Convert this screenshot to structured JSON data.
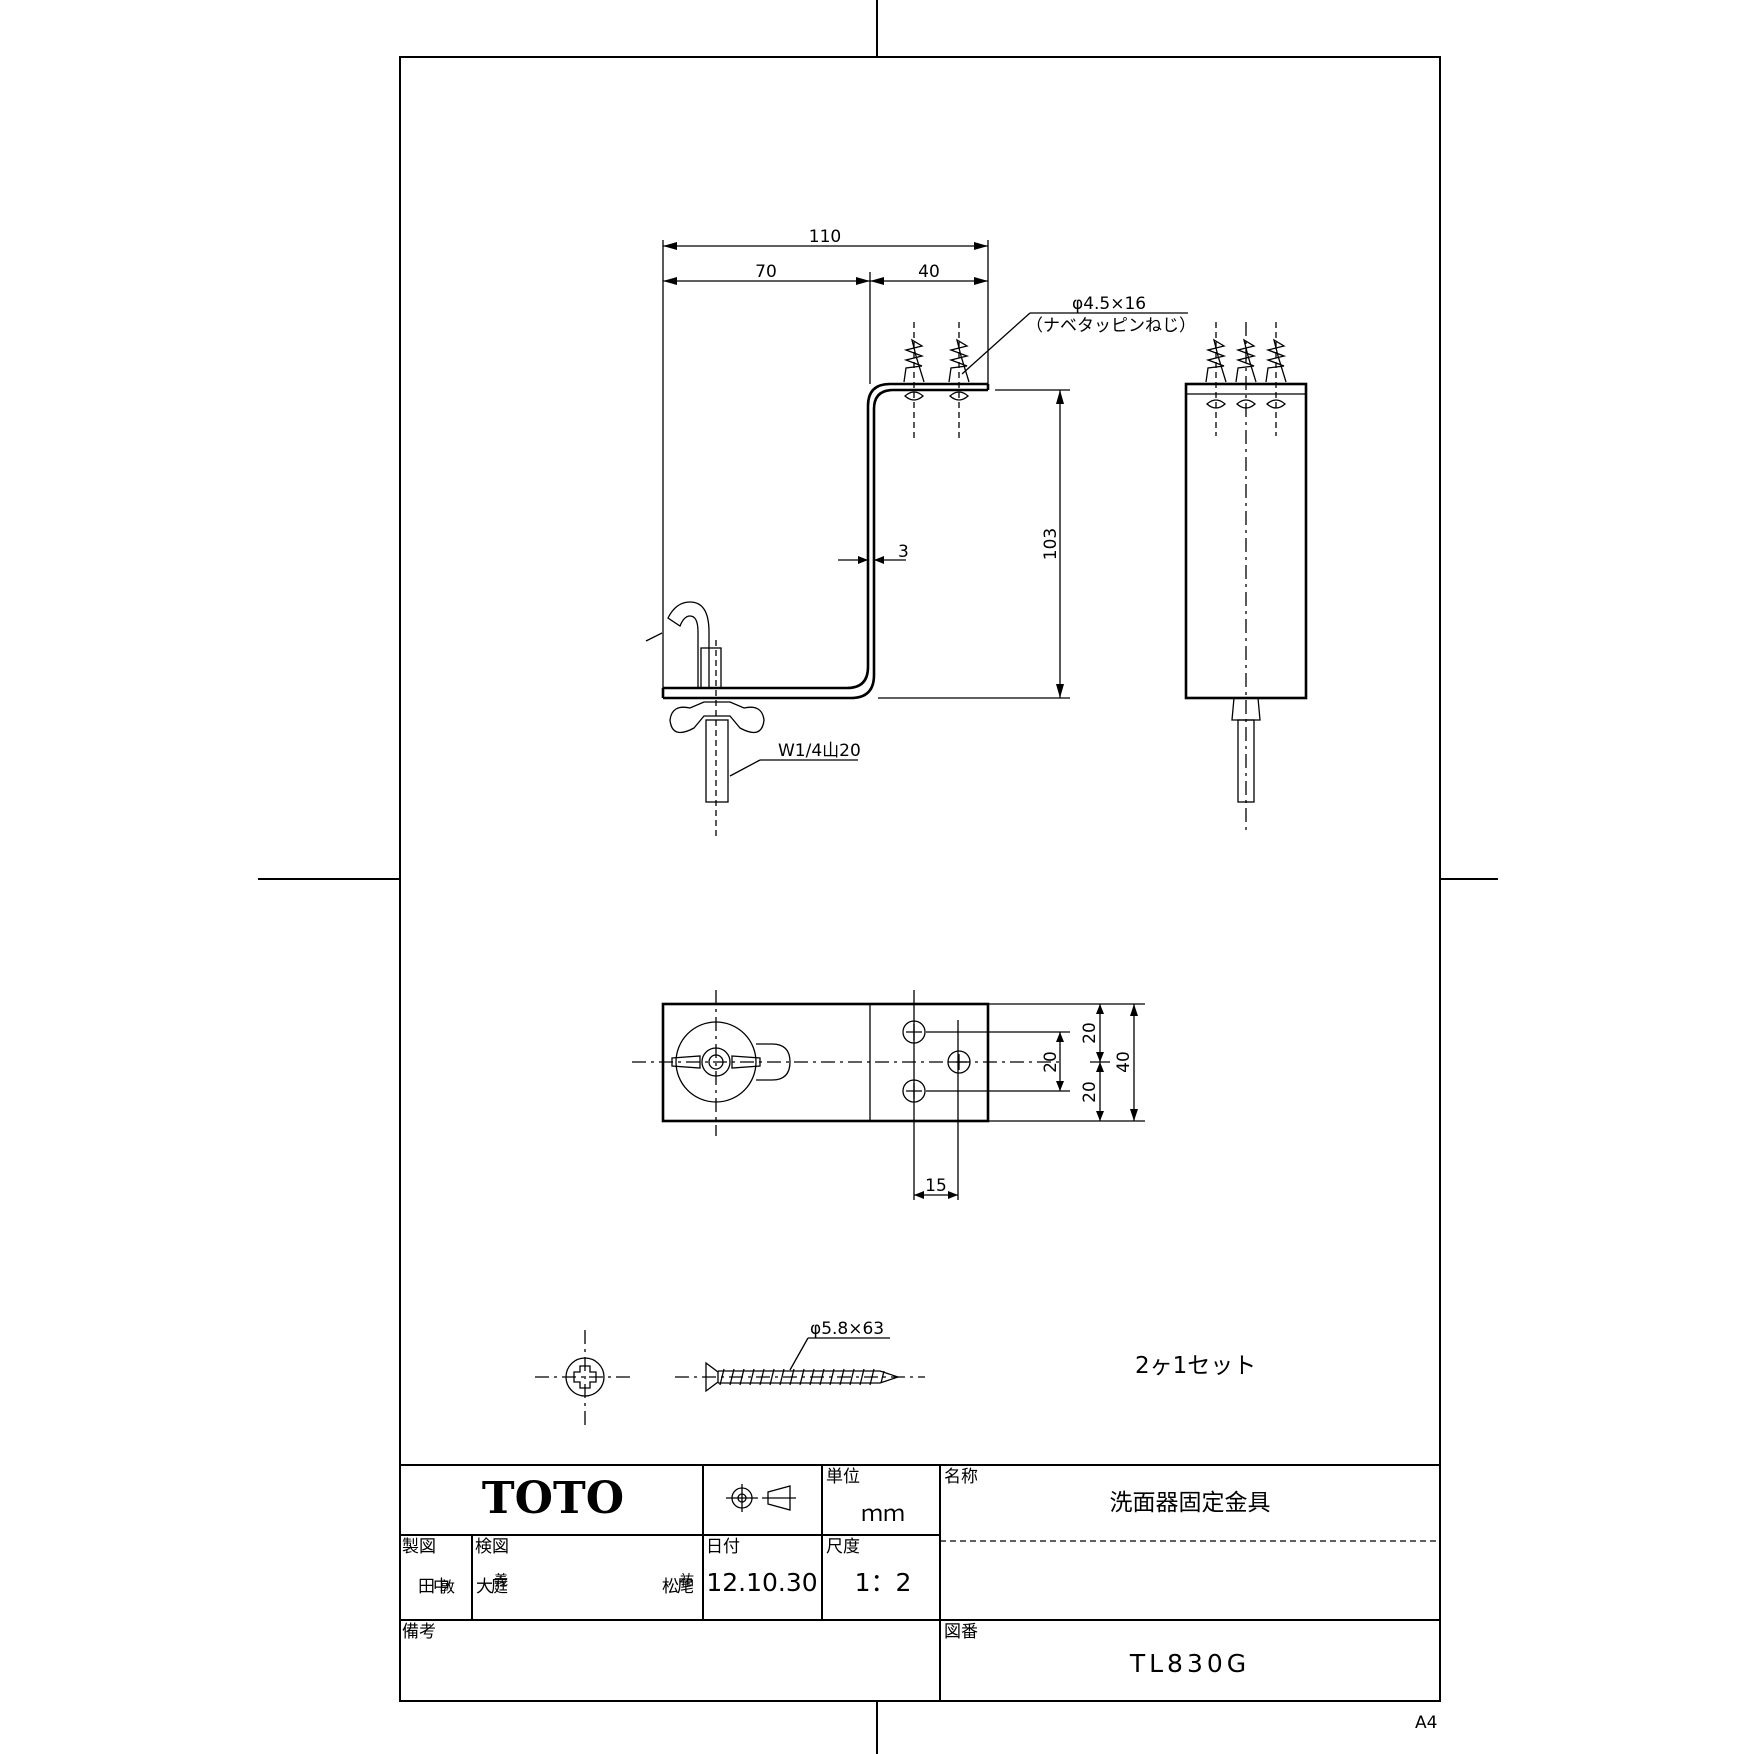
{
  "drawing": {
    "dimensions": {
      "overall_width": "110",
      "left_width": "70",
      "right_width": "40",
      "screw_spec": "φ4.5×16",
      "screw_note": "（ナベタッピンねじ）",
      "thickness": "3",
      "height": "103",
      "bolt_spec": "W1/4山20",
      "plan_20_top": "20",
      "plan_20_mid": "20",
      "plan_20_bottom": "20",
      "plan_40": "40",
      "plan_15": "15",
      "wood_screw_spec": "φ5.8×63"
    },
    "set_note": "2ヶ1セット"
  },
  "title_block": {
    "logo": "TOTO",
    "unit_label": "単位",
    "unit_value": "ｍｍ",
    "name_label": "名称",
    "name_value": "洗面器固定金具",
    "drawn_label": "製図",
    "drawn_stamp_1": "田中",
    "drawn_stamp_2": "敦",
    "checked_label": "検図",
    "checked_stamp_1": "大庭",
    "checked_stamp_2": "義",
    "checked_stamp_3": "松尾",
    "checked_stamp_4": "祐",
    "date_label": "日付",
    "date_value": "12.10.30",
    "scale_label": "尺度",
    "scale_value": "1：2",
    "remarks_label": "備考",
    "drawing_no_label": "図番",
    "drawing_no_value": "TL830G"
  },
  "paper_size": "A4"
}
